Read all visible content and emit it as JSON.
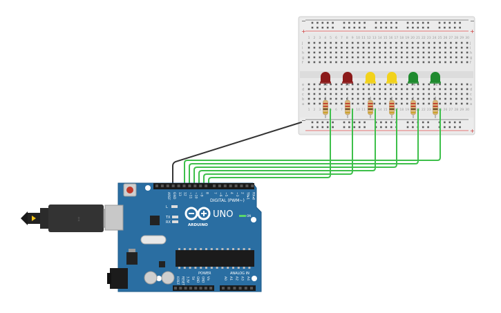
{
  "board": {
    "model_label": "UNO",
    "brand_label": "ARDUINO",
    "on_label": "ON",
    "l_label": "L",
    "tx_label": "TX",
    "rx_label": "RX",
    "digital_label": "DIGITAL (PWM~)",
    "analog_label": "ANALOG IN",
    "power_label": "POWER",
    "aref_label": "AREF",
    "gnd_label": "GND",
    "digital_pins": [
      "13",
      "12",
      "~11",
      "~10",
      "~9",
      "8",
      "7",
      "~6",
      "~5",
      "4",
      "~3",
      "2",
      "TX▸1",
      "RX◂0"
    ],
    "power_pins": [
      "IOREF",
      "RESET",
      "3.3V",
      "5V",
      "GND",
      "GND",
      "Vin"
    ],
    "analog_pins": [
      "A0",
      "A1",
      "A2",
      "A3",
      "A4",
      "A5"
    ]
  },
  "breadboard": {
    "plus_label": "+",
    "minus_label": "−",
    "row_letters_top": [
      "j",
      "i",
      "h",
      "g",
      "f"
    ],
    "row_letters_bottom": [
      "e",
      "d",
      "c",
      "b",
      "a"
    ],
    "column_numbers": [
      "1",
      "2",
      "3",
      "4",
      "5",
      "6",
      "7",
      "8",
      "9",
      "10",
      "11",
      "12",
      "13",
      "14",
      "15",
      "16",
      "17",
      "18",
      "19",
      "20",
      "21",
      "22",
      "23",
      "24",
      "25",
      "26",
      "27",
      "28",
      "29",
      "30"
    ]
  },
  "leds": [
    {
      "color_name": "red",
      "color": "#8b1a1a"
    },
    {
      "color_name": "red",
      "color": "#8b1a1a"
    },
    {
      "color_name": "yellow",
      "color": "#f2d21b"
    },
    {
      "color_name": "yellow",
      "color": "#f2d21b"
    },
    {
      "color_name": "green",
      "color": "#1f8a2e"
    },
    {
      "color_name": "green",
      "color": "#1f8a2e"
    }
  ],
  "colors": {
    "board": "#2a6ea2",
    "wire_signal": "#3dbf4a",
    "wire_ground": "#333333",
    "breadboard": "#e6e6e6",
    "rail_red": "#e24b4b",
    "rail_blue": "#6b6b6b"
  },
  "cable": {
    "type": "USB-B"
  }
}
